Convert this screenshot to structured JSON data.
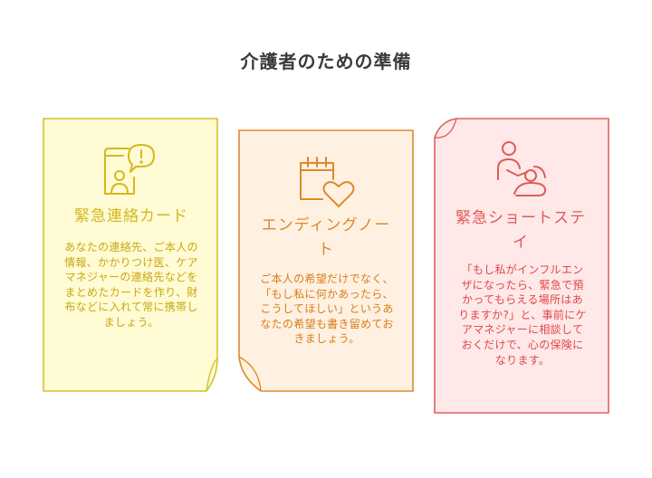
{
  "title": "介護者のための準備",
  "cards": [
    {
      "title": "緊急連絡カード",
      "body": "あなたの連絡先、ご本人の情報、かかりつけ医、ケアマネジャーの連絡先などをまとめたカードを作り、財布などに入れて常に携帯しましょう。",
      "icon": "contact-card-alert-icon",
      "color": "#d4b81c",
      "fill": "#fffbd4"
    },
    {
      "title": "エンディングノート",
      "body": "ご本人の希望だけでなく、「もし私に何かあったら、こうしてほしい」というあなたの希望も書き留めておきましょう。",
      "icon": "calendar-heart-icon",
      "color": "#e0882a",
      "fill": "#fff1e1"
    },
    {
      "title": "緊急ショートステイ",
      "body": "「もし私がインフルエンザになったら、緊急で預かってもらえる場所はありますか?」と、事前にケアマネジャーに相談しておくだけで、心の保険になります。",
      "icon": "caregiver-icon",
      "color": "#df5a5a",
      "fill": "#ffe8e8"
    }
  ]
}
